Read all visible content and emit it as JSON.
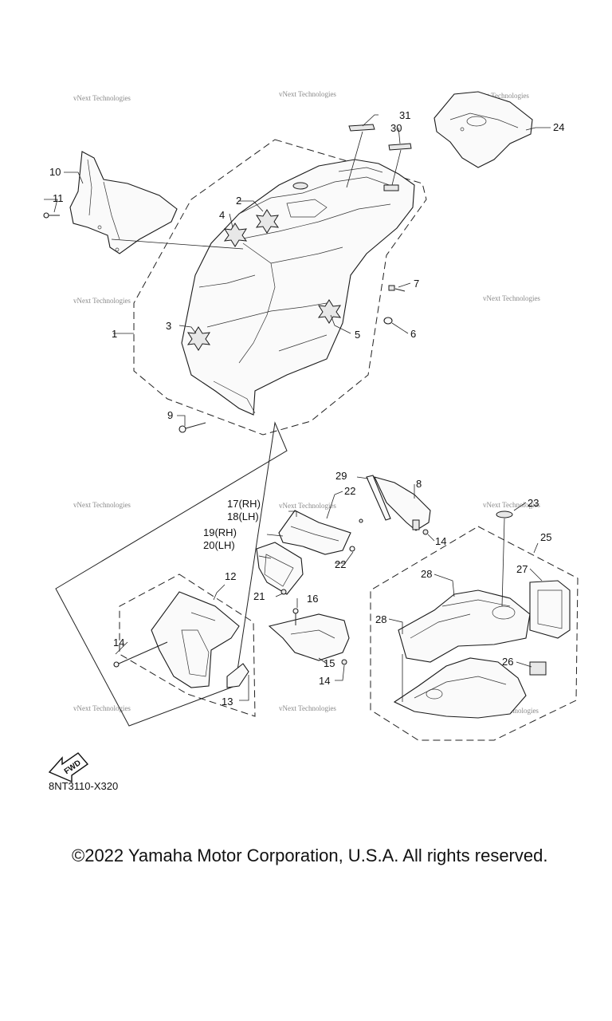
{
  "callouts": {
    "c1": "1",
    "c2": "2",
    "c3": "3",
    "c4": "4",
    "c5": "5",
    "c6": "6",
    "c7": "7",
    "c8": "8",
    "c9": "9",
    "c10": "10",
    "c11": "11",
    "c12": "12",
    "c13": "13",
    "c14a": "14",
    "c14b": "14",
    "c14c": "14",
    "c15": "15",
    "c16": "16",
    "c17": "17(RH)",
    "c18": "18(LH)",
    "c19": "19(RH)",
    "c20": "20(LH)",
    "c21": "21",
    "c22a": "22",
    "c22b": "22",
    "c23": "23",
    "c24": "24",
    "c25": "25",
    "c26": "26",
    "c27": "27",
    "c28a": "28",
    "c28b": "28",
    "c29": "29",
    "c30": "30",
    "c31": "31"
  },
  "watermark": "vNext Technologies",
  "fwd_label": "FWD",
  "diagram_code": "8NT3110-X320",
  "copyright": "©2022 Yamaha Motor Corporation, U.S.A. All rights reserved."
}
